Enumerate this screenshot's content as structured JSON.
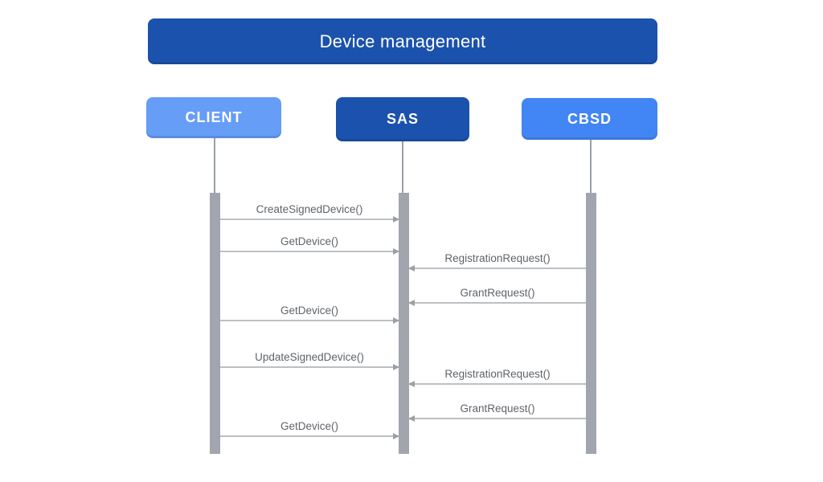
{
  "diagram": {
    "title": "Device management",
    "actors": [
      {
        "id": "client",
        "label": "CLIENT"
      },
      {
        "id": "sas",
        "label": "SAS"
      },
      {
        "id": "cbsd",
        "label": "CBSD"
      }
    ],
    "messages": [
      {
        "label": "CreateSignedDevice()",
        "from": "CLIENT",
        "to": "SAS",
        "direction": "right"
      },
      {
        "label": "GetDevice()",
        "from": "CLIENT",
        "to": "SAS",
        "direction": "right"
      },
      {
        "label": "RegistrationRequest()",
        "from": "CBSD",
        "to": "SAS",
        "direction": "left"
      },
      {
        "label": "GrantRequest()",
        "from": "CBSD",
        "to": "SAS",
        "direction": "left"
      },
      {
        "label": "GetDevice()",
        "from": "CLIENT",
        "to": "SAS",
        "direction": "right"
      },
      {
        "label": "UpdateSignedDevice()",
        "from": "CLIENT",
        "to": "SAS",
        "direction": "right"
      },
      {
        "label": "RegistrationRequest()",
        "from": "CBSD",
        "to": "SAS",
        "direction": "left"
      },
      {
        "label": "GrantRequest()",
        "from": "CBSD",
        "to": "SAS",
        "direction": "left"
      },
      {
        "label": "GetDevice()",
        "from": "CLIENT",
        "to": "SAS",
        "direction": "right"
      }
    ],
    "colors": {
      "title_bg": "#1b52ad",
      "client_bg": "#669df6",
      "sas_bg": "#1b52ad",
      "cbsd_bg": "#4285f4",
      "activation_bar": "#a1a5ad",
      "arrow_line": "#bcc0c5",
      "arrow_head": "#9ba0a6",
      "message_text": "#5f6368",
      "actor_text": "#ffffff"
    }
  }
}
